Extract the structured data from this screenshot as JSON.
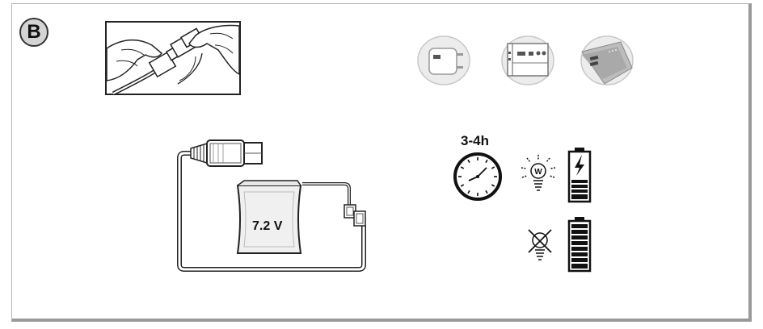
{
  "step": {
    "badge_label": "B"
  },
  "battery_pack": {
    "voltage_label": "7.2 V"
  },
  "charge": {
    "time_label": "3-4h"
  },
  "icons": {
    "hands_connecting_cable": "hands-connecting-cable-icon",
    "wall_adapter": "usb-wall-adapter-icon",
    "computer_port": "computer-usb-port-icon",
    "power_bank": "power-bank-icon",
    "usb_cable": "usb-cable-icon",
    "battery_pack": "battery-pack-icon",
    "clock": "clock-icon",
    "bulb_on": "light-bulb-on-icon",
    "bulb_off": "light-bulb-off-icon",
    "battery_charging": "battery-charging-icon",
    "battery_full": "battery-full-icon"
  },
  "colors": {
    "line": "#222222",
    "light_fill": "#f2f2f2",
    "circle_fill": "#ececec"
  }
}
